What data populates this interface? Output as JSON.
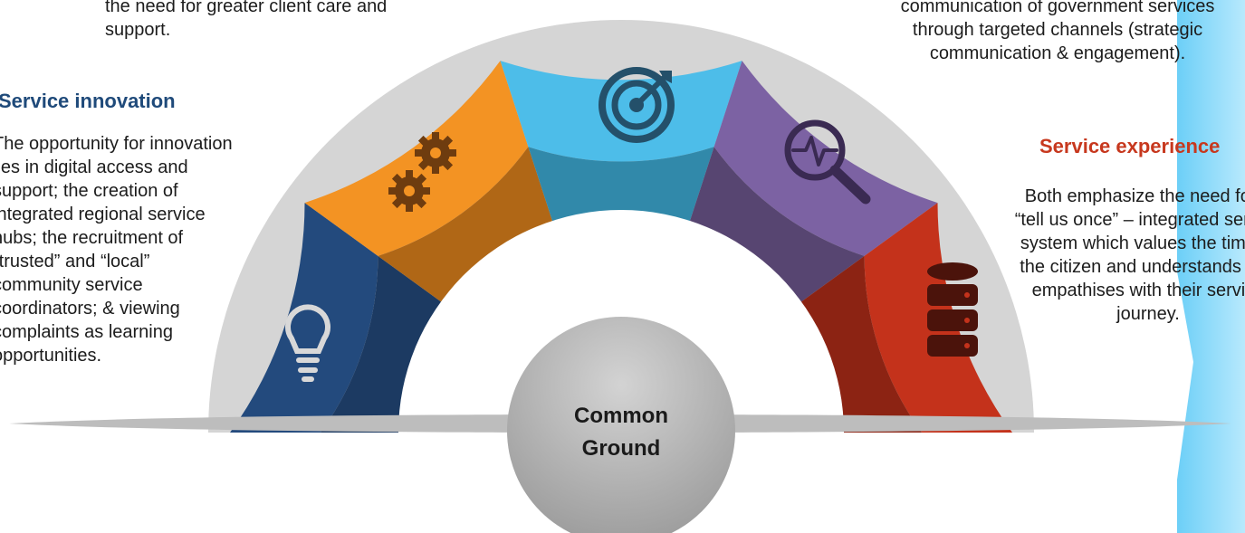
{
  "left_top_text": "the need for greater client care and support.",
  "left_section": {
    "heading": "Service innovation",
    "body": "The opportunity for innovation lies in digital access and support; the creation of integrated regional service hubs; the recruitment of “trusted” and “local” community service coordinators; & viewing complaints as learning opportunities."
  },
  "right_top_text": "communication of government services through targeted channels (strategic communication & engagement).",
  "right_section": {
    "heading": "Service experience",
    "body": "Both emphasize the need for a “tell us once” – integrated service system which values the time of the citizen and understands and empathises with their service journey."
  },
  "top_fragment": "...",
  "center_label": "Common Ground",
  "segments": [
    {
      "name": "innovation",
      "color": "#234a7d",
      "inner_color": "#1c3a62",
      "icon": "lightbulb-icon"
    },
    {
      "name": "process",
      "color": "#f39323",
      "inner_color": "#b06716",
      "icon": "gears-icon"
    },
    {
      "name": "target",
      "color": "#4dbde9",
      "inner_color": "#3189aa",
      "icon": "target-icon"
    },
    {
      "name": "analysis",
      "color": "#7c62a3",
      "inner_color": "#574571",
      "icon": "magnifier-pulse-icon"
    },
    {
      "name": "data",
      "color": "#c4321b",
      "inner_color": "#8c2313",
      "icon": "database-icon"
    }
  ],
  "colors": {
    "outer_ring": "#d5d5d5",
    "base_bar": "#bdbdbd",
    "hub": "#bcbcbc",
    "side_accent": "#8fd9fa"
  }
}
